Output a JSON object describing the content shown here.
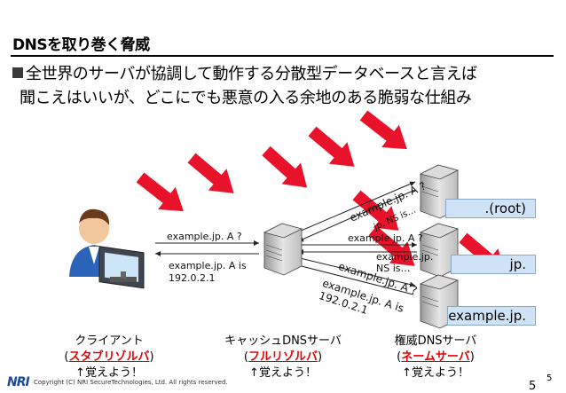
{
  "slide": {
    "title": "DNSを取り巻く脅威",
    "bullet_line1": "全世界のサーバが協調して動作する分散型データベースと言えば",
    "bullet_line2": "聞こえはいいが、どこにでも悪意の入る余地のある脆弱な仕組み"
  },
  "diagram": {
    "query_label": "example.jp. A ?",
    "answer_label_1": "example.jp. A is",
    "answer_label_2": "192.0.2.1",
    "cache_to_jp_q": "example.jp. A ?",
    "jp_ns_1": "example.jp.",
    "jp_ns_2": "NS is…",
    "root_q": "example.jp. A ?",
    "root_ns": "jp. NS is…",
    "ex_q": "example.jp. A ?",
    "ex_a_1": "example.jp. A is",
    "ex_a_2": "192.0.2.1",
    "zone_root": ".(root)",
    "zone_jp": "jp.",
    "zone_example": "example.jp."
  },
  "captions": {
    "client_1": "クライアント",
    "client_2": "スタブリゾルバ",
    "client_3": "↑覚えよう！",
    "cache_1": "キャッシュDNSサーバ",
    "cache_2": "フルリゾルバ",
    "cache_3": "↑覚えよう！",
    "auth_1": "権威DNSサーバ",
    "auth_2": "ネームサーバ",
    "auth_3": "↑覚えよう！"
  },
  "footer": {
    "logo": "NRI",
    "copyright": "Copyright (C) NRI SecureTechnologies, Ltd. All rights reserved.",
    "page_number": "5",
    "page_number_2": "5"
  },
  "colors": {
    "attack_arrow": "#e8132b",
    "zone_box": "#cfe3f7",
    "accent_red": "#e40000"
  }
}
